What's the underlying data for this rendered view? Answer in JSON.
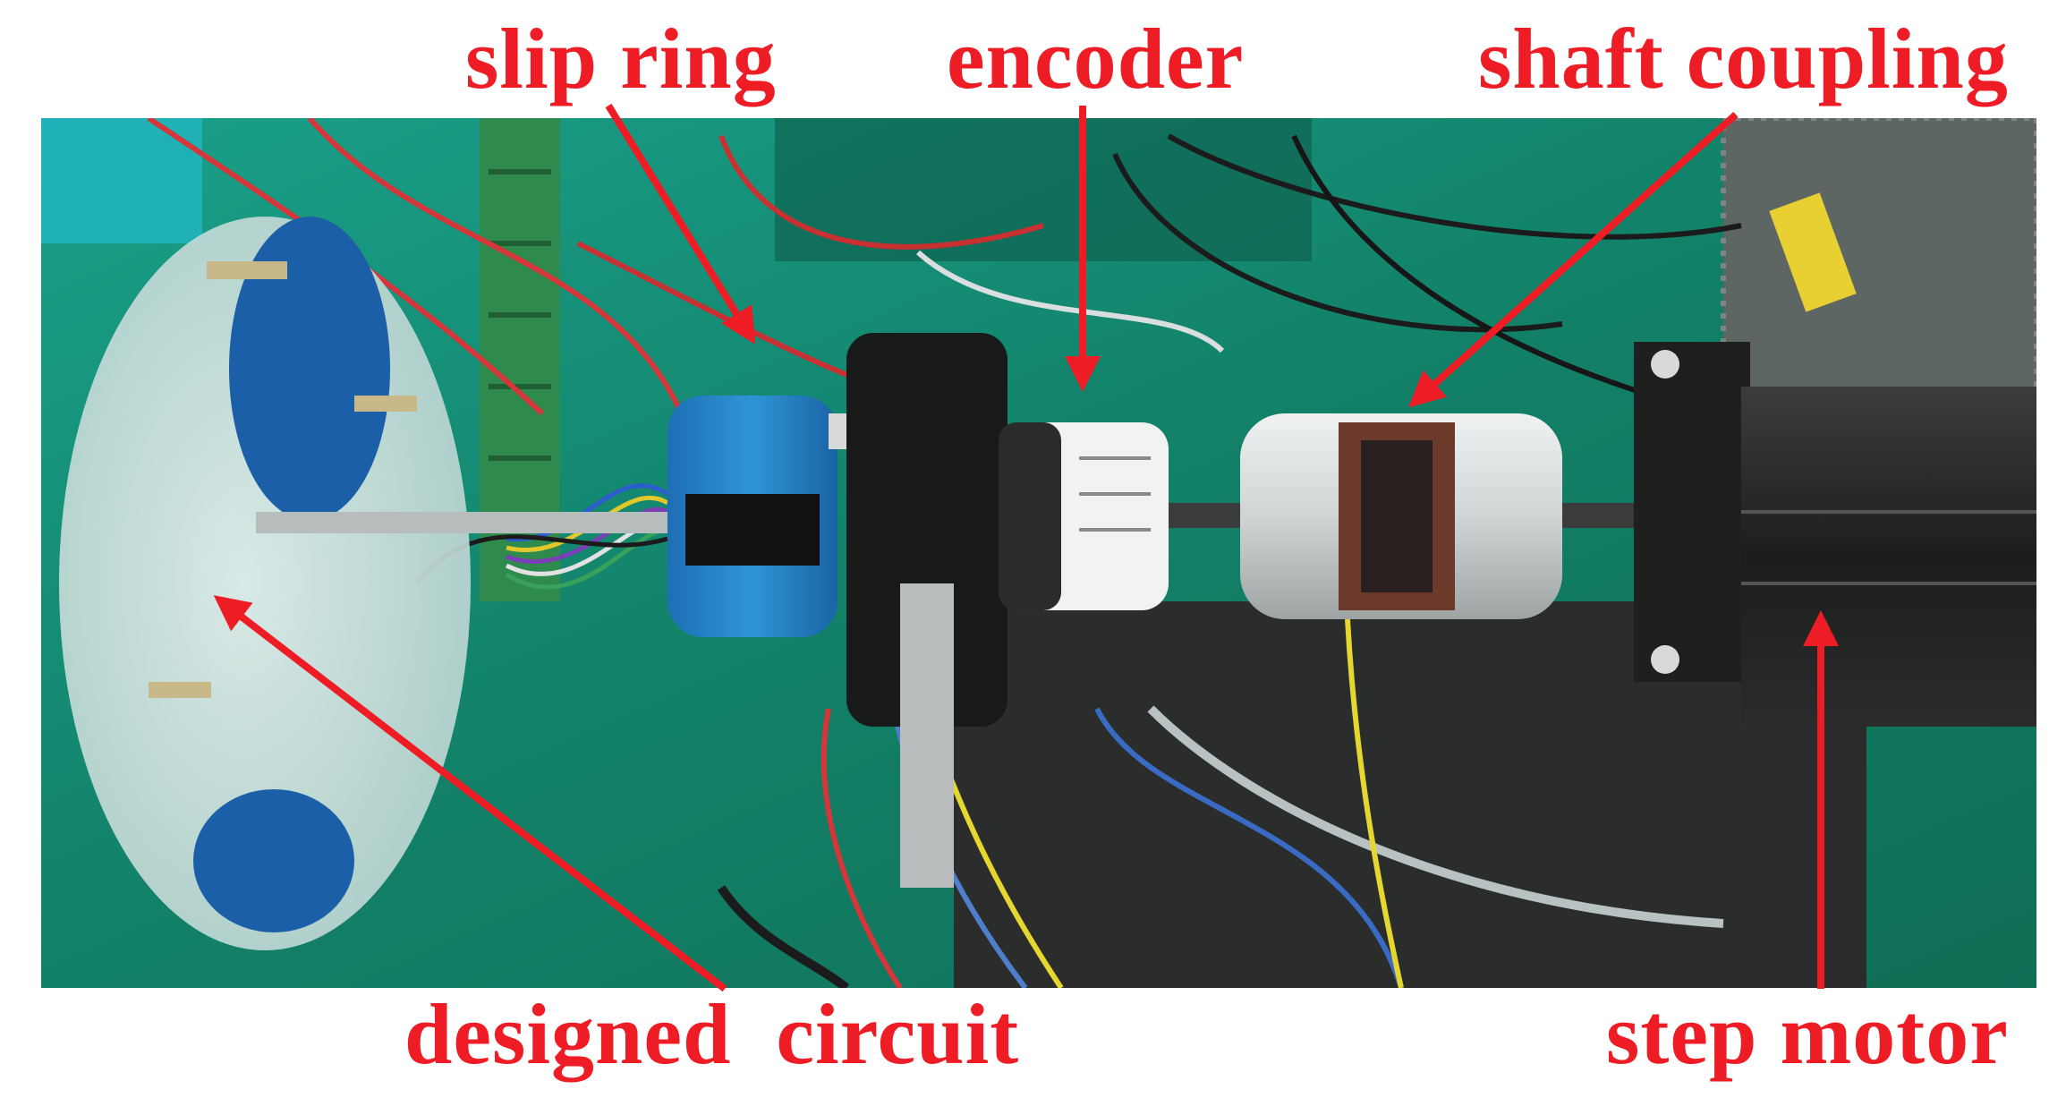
{
  "labels": {
    "slip_ring": "slip ring",
    "encoder": "encoder",
    "shaft_coupling": "shaft coupling",
    "designed_circuit": "designed  circuit",
    "step_motor": "step motor"
  },
  "colors": {
    "annotation": "#ee1c25",
    "board_green": "#13896c",
    "slip_ring_blue": "#1f7fc4",
    "motor_black": "#1b1d1c",
    "coupling_gray": "#d4d8d8"
  }
}
